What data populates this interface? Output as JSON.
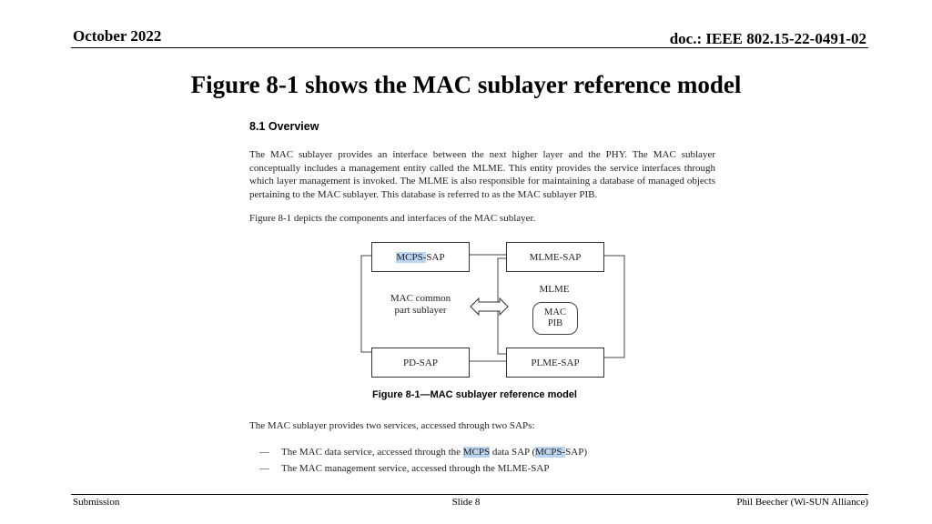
{
  "header": {
    "date": "October 2022",
    "doc": "doc.: IEEE 802.15-22-0491-02"
  },
  "title": "Figure 8-1 shows the MAC sublayer reference model",
  "excerpt": {
    "heading": "8.1 Overview",
    "paragraph1": "The MAC sublayer provides an interface between the next higher layer and the PHY. The MAC sublayer conceptually includes a management entity called the MLME. This entity provides the service interfaces through which layer management is invoked. The MLME is also responsible for maintaining a database of managed objects pertaining to the MAC sublayer. This database is referred to as the MAC sublayer PIB.",
    "paragraph2": "Figure 8-1 depicts the components and interfaces of the MAC sublayer.",
    "diagram": {
      "mcps_sap_highlight": "MCPS-",
      "mcps_sap_rest": "SAP",
      "mlme_sap": "MLME-SAP",
      "mac_common_line1": "MAC common",
      "mac_common_line2": "part sublayer",
      "mlme": "MLME",
      "pib_line1": "MAC",
      "pib_line2": "PIB",
      "pd_sap": "PD-SAP",
      "plme_sap": "PLME-SAP",
      "highlight_color": "#bcd5f0"
    },
    "caption": "Figure 8-1—MAC sublayer reference model",
    "paragraph3": "The MAC sublayer provides two services, accessed through two SAPs:",
    "bullets": [
      {
        "dash": "—",
        "pre": "The MAC data service, accessed through the ",
        "hl1": "MCPS",
        "mid": " data SAP (",
        "hl2": "MCPS-",
        "post": "SAP)"
      },
      {
        "dash": "—",
        "text": "The MAC management service, accessed through the MLME-SAP"
      }
    ]
  },
  "footer": {
    "left": "Submission",
    "center": "Slide 8",
    "right": "Phil Beecher (Wi-SUN Alliance)"
  }
}
